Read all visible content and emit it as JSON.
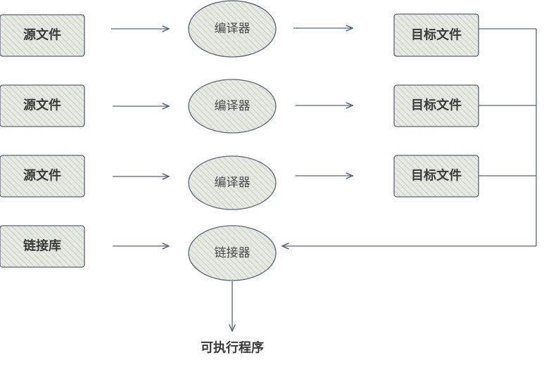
{
  "sources": [
    "源文件",
    "源文件",
    "源文件"
  ],
  "library": "链接库",
  "compilers": [
    "编译器",
    "编译器",
    "编译器"
  ],
  "linker": "链接器",
  "objects": [
    "目标文件",
    "目标文件",
    "目标文件"
  ],
  "output": "可执行程序",
  "colors": {
    "stroke": "#5b6478",
    "fill": "#e3e6df",
    "hatch": "#c9d0c3",
    "text": "#3a3a3a"
  }
}
